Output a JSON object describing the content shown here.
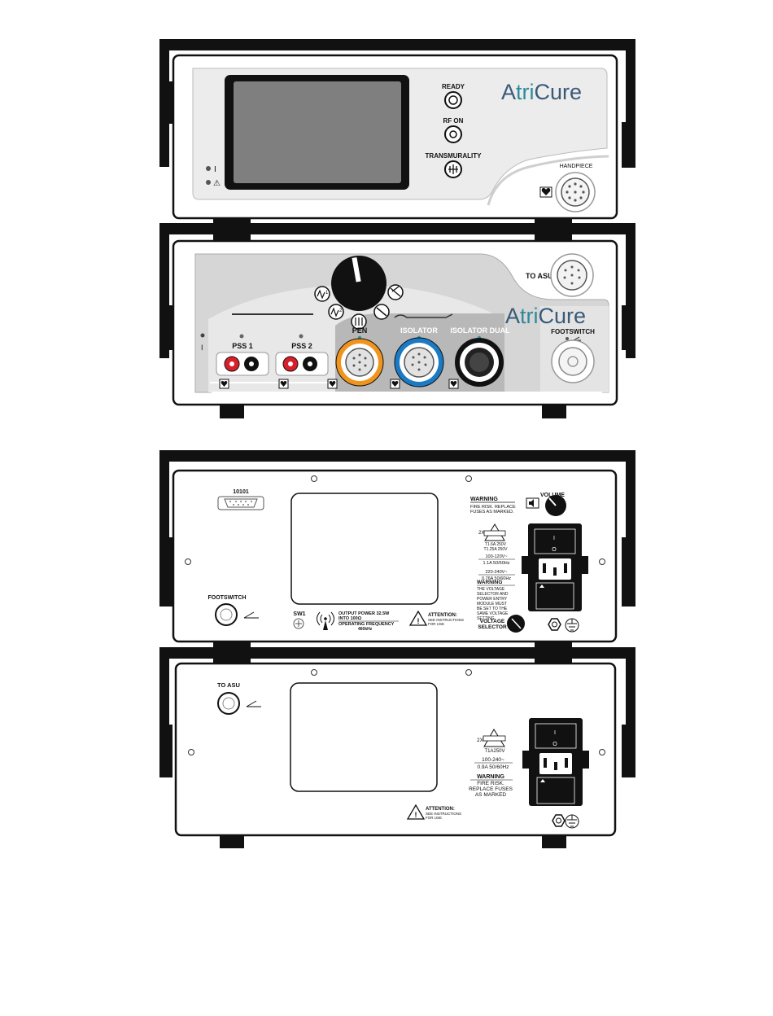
{
  "colors": {
    "outline": "#111111",
    "panel_gray": "#dadada",
    "panel_dark": "#bdbdbd",
    "screen": "#7f7f7f",
    "pen_orange": "#f0941e",
    "isolator_blue": "#1a7bc4",
    "pss_red": "#d81e2a",
    "logo_teal": "#2e8b9a",
    "logo_dark": "#3a5a78"
  },
  "logo": {
    "part1": "A",
    "part2": "tri",
    "part3": "Cure"
  },
  "unit1": {
    "ready": "READY",
    "rf_on": "RF ON",
    "transmurality": "TRANSMURALITY",
    "handpiece": "HANDPIECE",
    "power_symbol": "I",
    "warning_symbol": "⚠",
    "icons": [
      "power-led-icon",
      "warning-led-icon",
      "ready-button-icon",
      "rf-on-button-icon",
      "transmurality-button-icon",
      "heart-icon",
      "handpiece-connector-icon"
    ]
  },
  "unit2": {
    "to_asu": "TO ASU",
    "footswitch": "FOOTSWITCH",
    "pss1": "PSS 1",
    "pss2": "PSS 2",
    "pen": "PEN",
    "isolator": "ISOLATOR",
    "isolator_dual": "ISOLATOR DUAL",
    "power_symbol": "I",
    "mode1": "1",
    "mode2": "2",
    "icons": [
      "selector-knob-icon",
      "mode-1-icon",
      "mode-2-icon",
      "pen-mode-icon",
      "isolator-mode-icon",
      "isolator-dual-mode-icon",
      "heart-icon"
    ]
  },
  "unit3": {
    "serial": "10101",
    "warning_title": "WARNING",
    "warning_line1": "FIRE RISK. REPLACE",
    "warning_line2": "FUSES AS MARKED.",
    "volume": "VOLUME",
    "fuse_count": "2X",
    "fuse_rating1": "T1.6A 250V",
    "fuse_rating2": "T1.25A 250V",
    "supply1_line1": "100-120V~",
    "supply1_line2": "1.1A 50/60Hz",
    "supply2_line1": "220-240V~",
    "supply2_line2": "0.76A 50/60Hz",
    "warning2_title": "WARNING",
    "warning2_line1": "THE VOLTAGE",
    "warning2_line2": "SELECTOR AND",
    "warning2_line3": "POWER ENTRY",
    "warning2_line4": "MODULE MUST",
    "warning2_line5": "BE SET TO THE",
    "warning2_line6": "SAME VOLTAGE",
    "warning2_line7": "SETTING.",
    "voltage_selector_1": "VOLTAGE",
    "voltage_selector_2": "SELECTOR",
    "footswitch": "FOOTSWITCH",
    "sw1": "SW1",
    "output_line1": "OUTPUT POWER 32.5W",
    "output_line2": "INTO 100Ω",
    "output_line3": "OPERATING FREQUENCY",
    "output_line4": "460kHz",
    "attention_title": "ATTENTION:",
    "attention_line1": "SEE INSTRUCTIONS",
    "attention_line2": "FOR USE",
    "fuse_off": "I",
    "fuse_on": "O"
  },
  "unit4": {
    "to_asu": "TO ASU",
    "fuse_count": "2X",
    "fuse_rating": "T1A250V",
    "supply_line1": "100-240~",
    "supply_line2": "0.9A 50/60Hz",
    "warning_title": "WARNING",
    "warning_line1": "FIRE RISK.",
    "warning_line2": "REPLACE FUSES",
    "warning_line3": "AS MARKED",
    "attention_title": "ATTENTION:",
    "attention_line1": "SEE INSTRUCTIONS",
    "attention_line2": "FOR USE",
    "fuse_off": "I",
    "fuse_on": "O"
  }
}
